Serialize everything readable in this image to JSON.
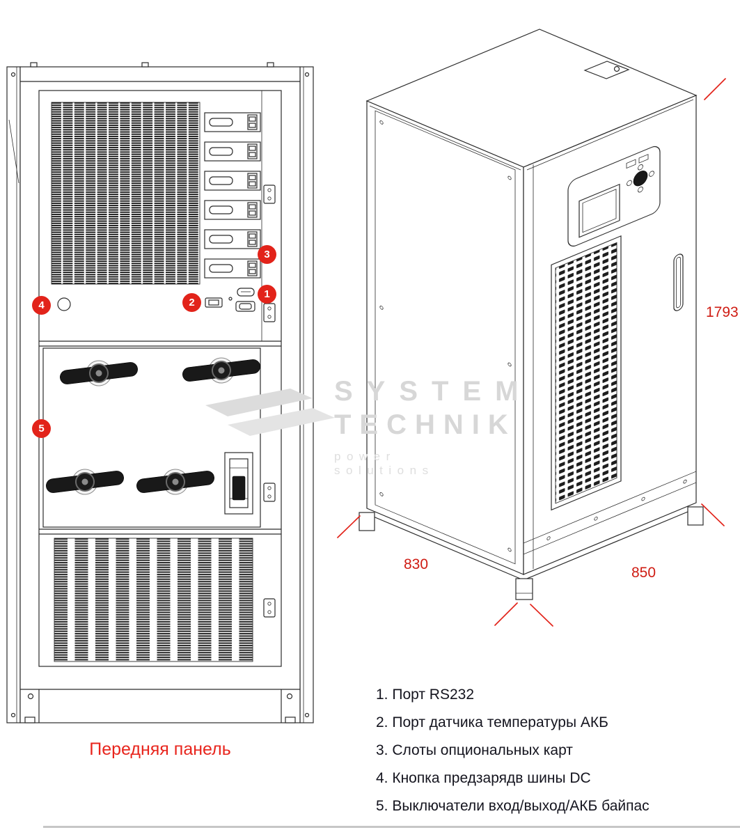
{
  "colors": {
    "accent_red": "#e2231a",
    "line": "#2b2b2b",
    "watermark_gray": "#d7d7d7"
  },
  "watermark": {
    "line1": "SYSTEM",
    "line2": "TECHNIK",
    "tagline": "power solutions"
  },
  "front_panel": {
    "caption": "Передняя панель"
  },
  "callouts": {
    "c1": "1",
    "c2": "2",
    "c3": "3",
    "c4": "4",
    "c5": "5"
  },
  "dimensions": {
    "height": "1793",
    "depth": "830",
    "width": "850"
  },
  "legend": {
    "items": [
      "1. Порт RS232",
      "2. Порт датчика температуры АКБ",
      "3. Слоты опциональных карт",
      "4. Кнопка предзарядв шины DC",
      "5. Выключатели вход/выход/АКБ байпас"
    ]
  }
}
